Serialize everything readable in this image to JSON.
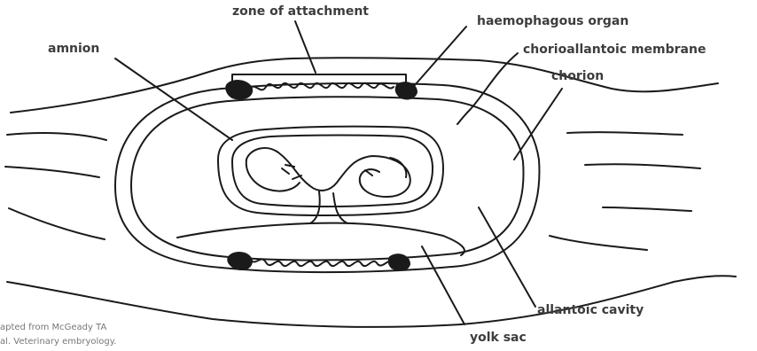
{
  "labels": {
    "zone_of_attachment": "zone of attachment",
    "haemophagous_organ": "haemophagous organ",
    "amnion": "amnion",
    "chorioallantoic_membrane": "chorioallantoic membrane",
    "chorion": "chorion",
    "allantoic_cavity": "allantoic cavity",
    "yolk_sac": "yolk sac"
  },
  "citation": {
    "line1": "apted from McGeady TA",
    "line2": "al. Veterinary embryology."
  },
  "colors": {
    "label_text": "#3d3d3d",
    "outline": "#1a1a1a",
    "citation_text": "#777777"
  }
}
